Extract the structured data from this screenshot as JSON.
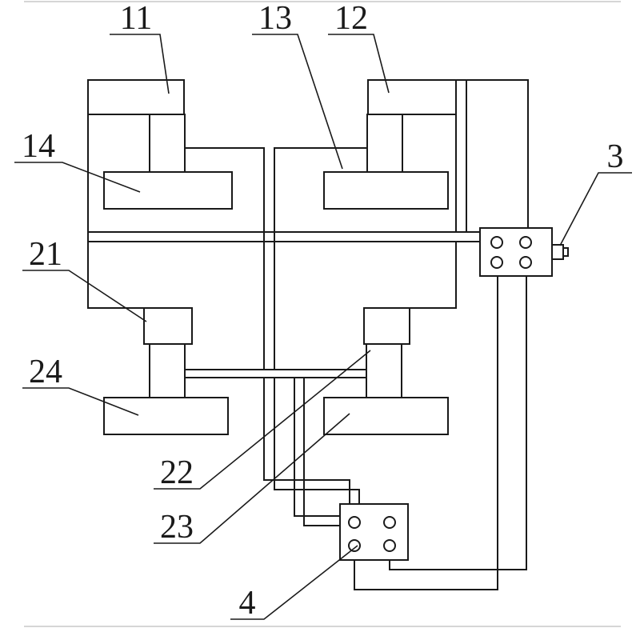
{
  "figure": {
    "background": "#ffffff",
    "ink": "#1a1a1a",
    "type": "patent-line-drawing",
    "labels": [
      {
        "id": "11",
        "text": "11",
        "target": "upper-left-block"
      },
      {
        "id": "13",
        "text": "13",
        "target": "upper-right-plate"
      },
      {
        "id": "12",
        "text": "12",
        "target": "upper-right-block"
      },
      {
        "id": "14",
        "text": "14",
        "target": "upper-left-plate"
      },
      {
        "id": "3",
        "text": "3",
        "target": "right-valve"
      },
      {
        "id": "21",
        "text": "21",
        "target": "lower-left-block"
      },
      {
        "id": "24",
        "text": "24",
        "target": "lower-left-plate"
      },
      {
        "id": "22",
        "text": "22",
        "target": "lower-right-stem"
      },
      {
        "id": "23",
        "text": "23",
        "target": "lower-right-plate"
      },
      {
        "id": "4",
        "text": "4",
        "target": "bottom-valve"
      }
    ]
  }
}
